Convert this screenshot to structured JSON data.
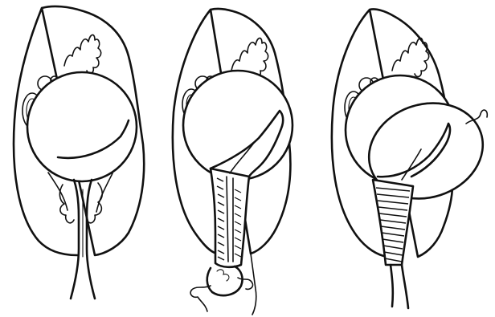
{
  "figure": {
    "panels": [
      {
        "id": "panel-1"
      },
      {
        "id": "panel-2"
      },
      {
        "id": "panel-3"
      }
    ]
  },
  "colors": {
    "ink": "#111111",
    "background": "#ffffff"
  }
}
